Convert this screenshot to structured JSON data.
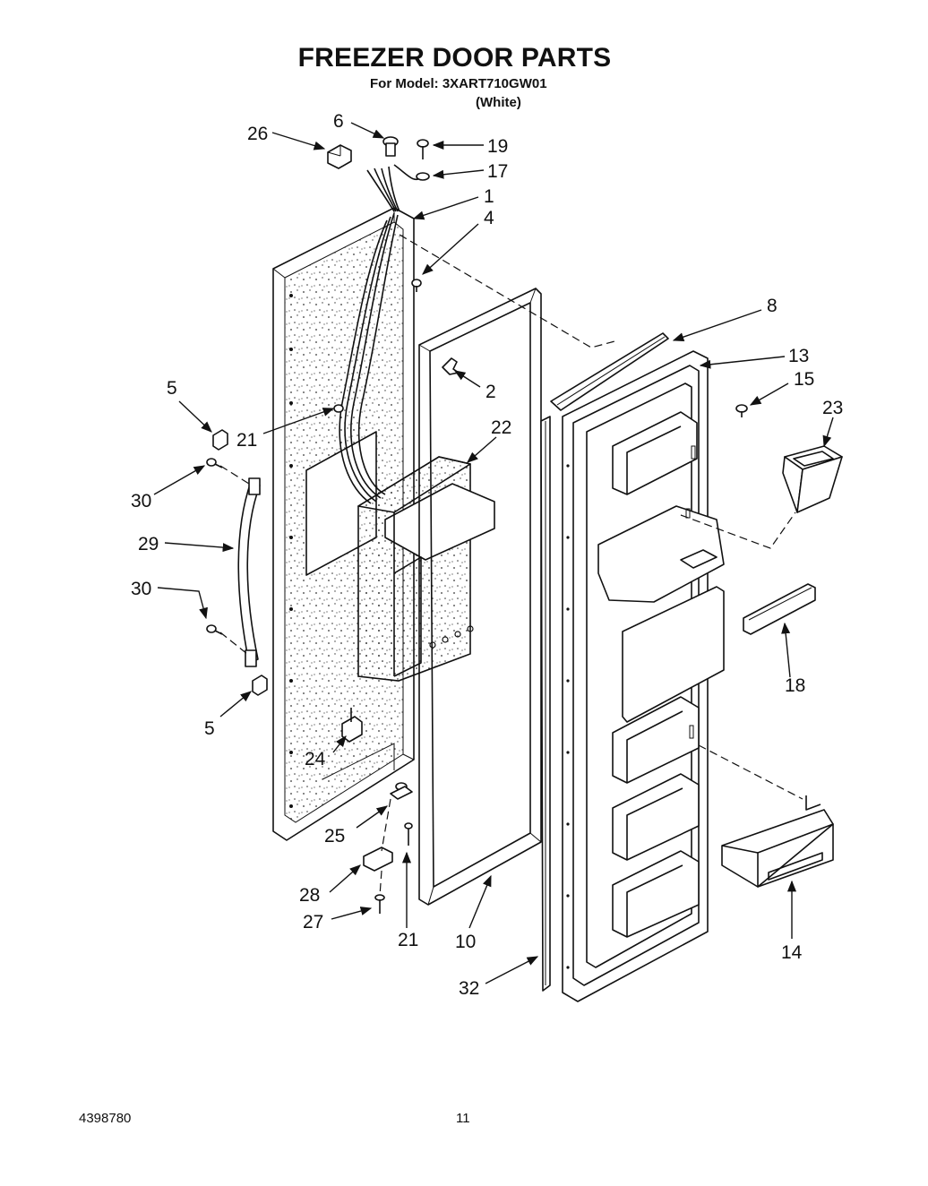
{
  "header": {
    "title": "FREEZER DOOR PARTS",
    "model_line": "For Model: 3XART710GW01",
    "color": "(White)"
  },
  "footer": {
    "document_number": "4398780",
    "page_number": "11"
  },
  "callouts": {
    "c1": "1",
    "c2": "2",
    "c4": "4",
    "c5a": "5",
    "c5b": "5",
    "c6": "6",
    "c8": "8",
    "c10": "10",
    "c13": "13",
    "c14": "14",
    "c15": "15",
    "c17": "17",
    "c18": "18",
    "c19": "19",
    "c21a": "21",
    "c21b": "21",
    "c22": "22",
    "c23": "23",
    "c24": "24",
    "c25": "25",
    "c26": "26",
    "c27": "27",
    "c28": "28",
    "c29": "29",
    "c30a": "30",
    "c30b": "30",
    "c32": "32"
  }
}
